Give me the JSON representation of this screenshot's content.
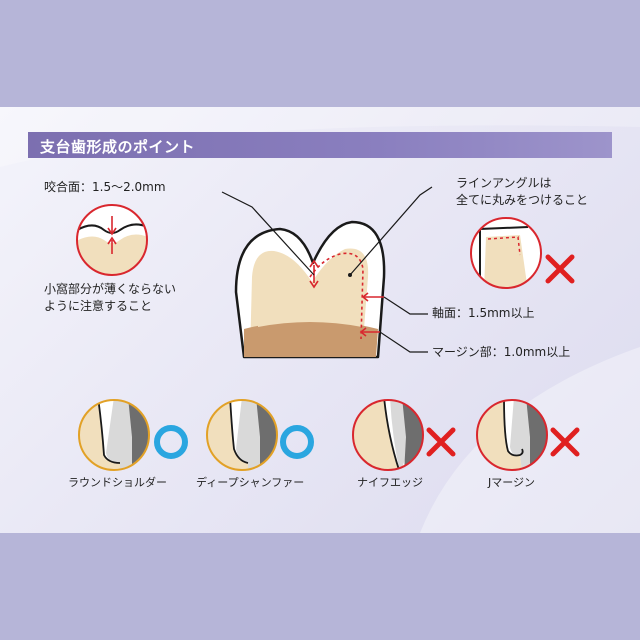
{
  "title": "支台歯形成のポイント",
  "labels": {
    "occlusal": "咬合面：1.5～2.0mm",
    "line_angle_1": "ラインアングルは",
    "line_angle_2": "全てに丸みをつけること",
    "pit_1": "小窩部分が薄くならない",
    "pit_2": "ように注意すること",
    "axial": "軸面：1.5mm以上",
    "margin": "マージン部：1.0mm以上"
  },
  "margins": [
    {
      "caption": "ラウンドショルダー",
      "verdict": "ok",
      "symbol": "circle"
    },
    {
      "caption": "ディープシャンファー",
      "verdict": "ok",
      "symbol": "circle"
    },
    {
      "caption": "ナイフエッジ",
      "verdict": "ng",
      "symbol": "cross"
    },
    {
      "caption": "Jマージン",
      "verdict": "ng",
      "symbol": "cross"
    }
  ],
  "colors": {
    "background": "#b6b5d8",
    "title_bar": "#7c6fb0",
    "ok_circle": "#2aa6e0",
    "ng_cross": "#e02020",
    "tooth_fill": "#f1dfbd",
    "crown_white": "#ffffff",
    "gum": "#c99a6e",
    "metal": "#6e6e6e",
    "pointer_red": "#d9272e"
  }
}
